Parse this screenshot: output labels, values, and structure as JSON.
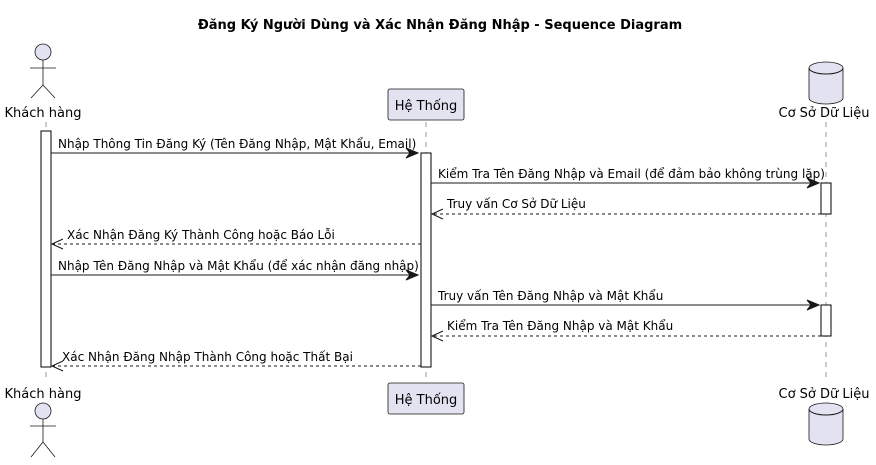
{
  "diagram": {
    "title": "Đăng Ký Người Dùng và Xác Nhận Đăng Nhập - Sequence Diagram",
    "participants": [
      {
        "id": "customer",
        "label": "Khách hàng",
        "kind": "actor"
      },
      {
        "id": "system",
        "label": "Hệ Thống",
        "kind": "participant"
      },
      {
        "id": "database",
        "label": "Cơ Sở Dữ Liệu",
        "kind": "database"
      }
    ],
    "messages": [
      {
        "from": "customer",
        "to": "system",
        "label": "Nhập Thông Tin Đăng Ký (Tên Đăng Nhập, Mật Khẩu, Email)",
        "style": "solid"
      },
      {
        "from": "system",
        "to": "database",
        "label": "Kiểm Tra Tên Đăng Nhập và Email (để đảm bảo không trùng lặp)",
        "style": "solid"
      },
      {
        "from": "database",
        "to": "system",
        "label": "Truy vấn Cơ Sở Dữ Liệu",
        "style": "dashed"
      },
      {
        "from": "system",
        "to": "customer",
        "label": "Xác Nhận Đăng Ký Thành Công hoặc Báo Lỗi",
        "style": "dashed"
      },
      {
        "from": "customer",
        "to": "system",
        "label": "Nhập Tên Đăng Nhập và Mật Khẩu (để xác nhận đăng nhập)",
        "style": "solid"
      },
      {
        "from": "system",
        "to": "database",
        "label": "Truy vấn Tên Đăng Nhập và Mật Khẩu",
        "style": "solid"
      },
      {
        "from": "database",
        "to": "system",
        "label": "Kiểm Tra Tên Đăng Nhập và Mật Khẩu",
        "style": "dashed"
      },
      {
        "from": "system",
        "to": "customer",
        "label": "Xác Nhận Đăng Nhập Thành Công hoặc Thất Bại",
        "style": "dashed"
      }
    ]
  }
}
